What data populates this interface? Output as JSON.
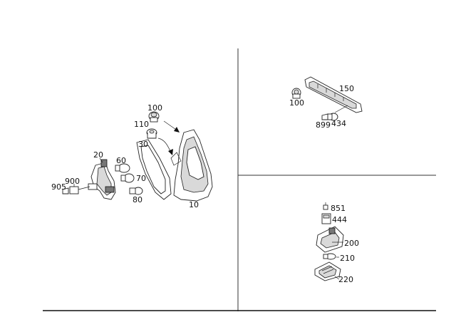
{
  "left_panel": {
    "labels": {
      "p10": "10",
      "p20": "20",
      "p30": "30",
      "p60": "60",
      "p70": "70",
      "p80": "80",
      "p100": "100",
      "p110": "110",
      "p900": "900",
      "p905": "905"
    }
  },
  "top_right_panel": {
    "labels": {
      "p100": "100",
      "p150": "150",
      "p434": "434",
      "p899": "899"
    }
  },
  "bottom_right_panel": {
    "labels": {
      "p200": "200",
      "p210": "210",
      "p220": "220",
      "p444": "444",
      "p851": "851"
    }
  }
}
